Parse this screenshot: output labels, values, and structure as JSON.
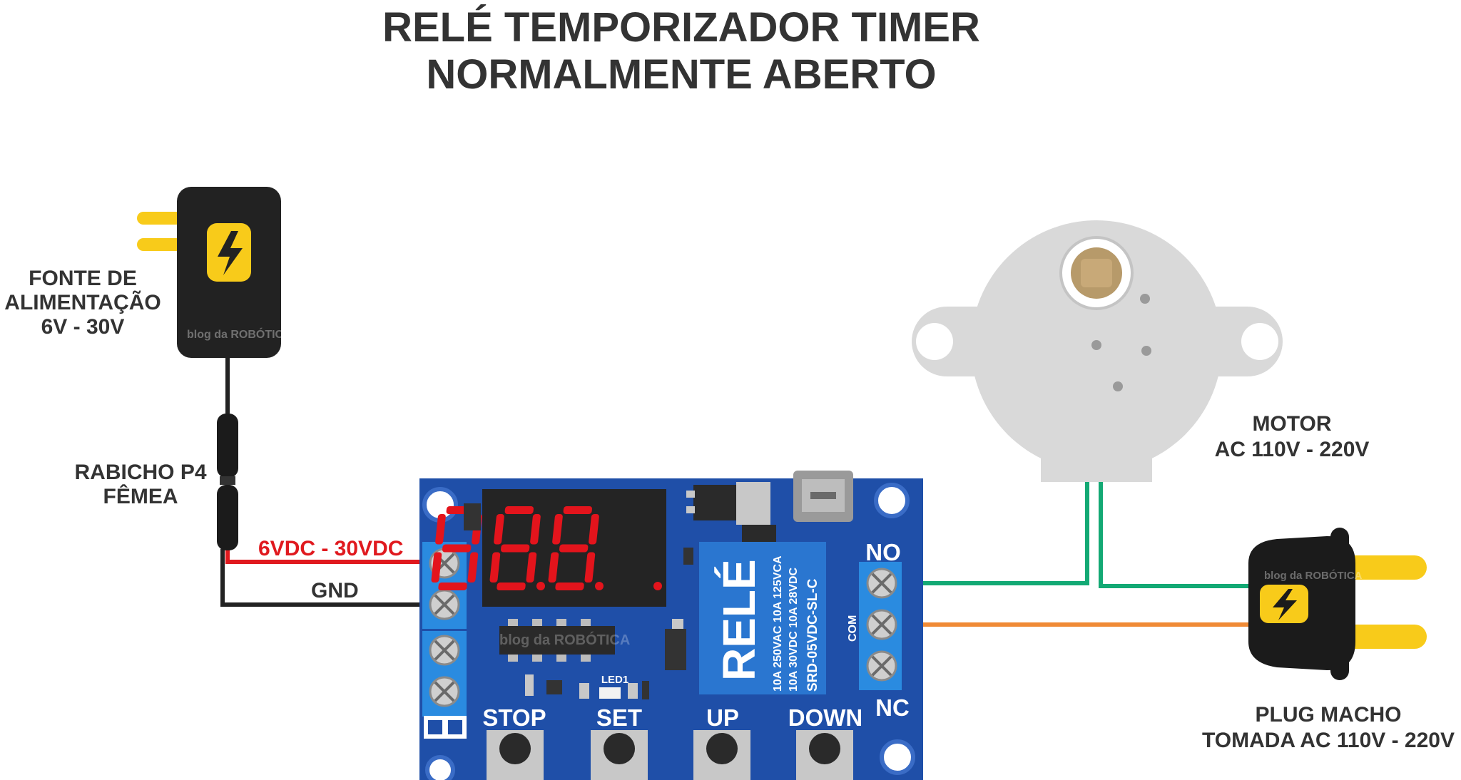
{
  "title": {
    "line1": "RELÉ TEMPORIZADOR TIMER",
    "line2": "NORMALMENTE ABERTO"
  },
  "power_supply": {
    "line1": "FONTE DE",
    "line2": "ALIMENTAÇÃO",
    "line3": "6V - 30V"
  },
  "pigtail": {
    "line1": "RABICHO P4",
    "line2": "FÊMEA"
  },
  "wires": {
    "positive": "6VDC - 30VDC",
    "ground": "GND"
  },
  "motor": {
    "line1": "MOTOR",
    "line2": "AC 110V - 220V"
  },
  "plug": {
    "line1": "PLUG MACHO",
    "line2": "TOMADA AC 110V - 220V"
  },
  "board": {
    "relay_text": "RELÉ",
    "relay_spec1": "10A 250VAC 10A 125VCA",
    "relay_spec2": "10A 30VDC 10A 28VDC",
    "relay_model": "SRD-05VDC-SL-C",
    "terminal_no": "NO",
    "terminal_com": "COM",
    "terminal_nc": "NC",
    "led_label": "LED1",
    "buttons": [
      "STOP",
      "SET",
      "UP",
      "DOWN"
    ]
  },
  "watermark": "blog da ROBÓTICA",
  "colors": {
    "board_blue": "#1f4fa8",
    "relay_blue": "#2a76d0",
    "wire_red": "#e0191e",
    "wire_black": "#222222",
    "wire_green": "#13a974",
    "wire_orange": "#f08a35",
    "plug_yellow": "#f8cb1a",
    "display_red": "#e3141c",
    "terminal_blue": "#2a8be0",
    "motor_gray": "#d9d9d9"
  }
}
